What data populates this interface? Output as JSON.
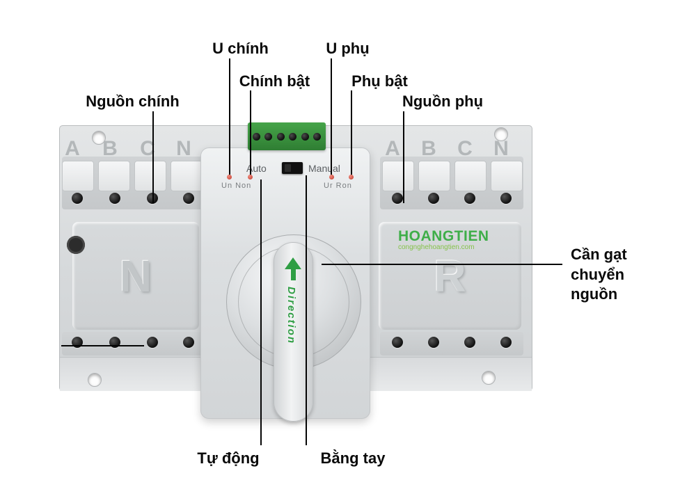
{
  "colors": {
    "body_gray": "#d9dbdd",
    "accent_green": "#2f9e44",
    "brand_green": "#3fae49",
    "led_red": "#c0392b",
    "callout_line": "#000000"
  },
  "labels": {
    "u_chinh": "U chính",
    "u_phu": "U phụ",
    "chinh_bat": "Chính bật",
    "phu_bat": "Phụ bật",
    "nguon_chinh": "Nguồn chính",
    "nguon_phu": "Nguồn phụ",
    "can_gat": "Cần gạt chuyển nguồn",
    "tu_dong": "Tự động",
    "bang_tay": "Bằng tay"
  },
  "device": {
    "left_phases": [
      "A",
      "B",
      "C",
      "N"
    ],
    "right_phases": [
      "A",
      "B",
      "C",
      "N"
    ],
    "mode_auto": "Auto",
    "mode_manual": "Manual",
    "indicator_left": "Un Non",
    "indicator_right": "Ur Ron",
    "left_panel_letter": "N",
    "right_panel_letter": "R",
    "knob_label": "Direction",
    "brand": "HOANGTIEN",
    "brand_site": "congnghehoangtien.com"
  }
}
